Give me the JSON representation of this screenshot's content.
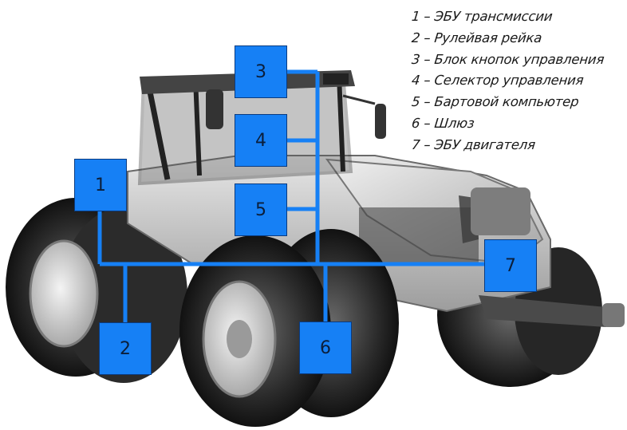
{
  "legend": [
    "1 – ЭБУ трансмиссии",
    "2 – Рулейвая рейка",
    "3 – Блок кнопок управления",
    "4 – Селектор управления",
    "5 – Бартовой компьютер",
    "6 – Шлюз",
    "7 – ЭБУ двигателя"
  ],
  "nodes": {
    "n1": "1",
    "n2": "2",
    "n3": "3",
    "n4": "4",
    "n5": "5",
    "n6": "6",
    "n7": "7"
  },
  "colors": {
    "node_fill": "#1680f5",
    "bus_line": "#1680f5",
    "legend_text": "#1a1a1a"
  },
  "image_subject": "tractor-photo"
}
